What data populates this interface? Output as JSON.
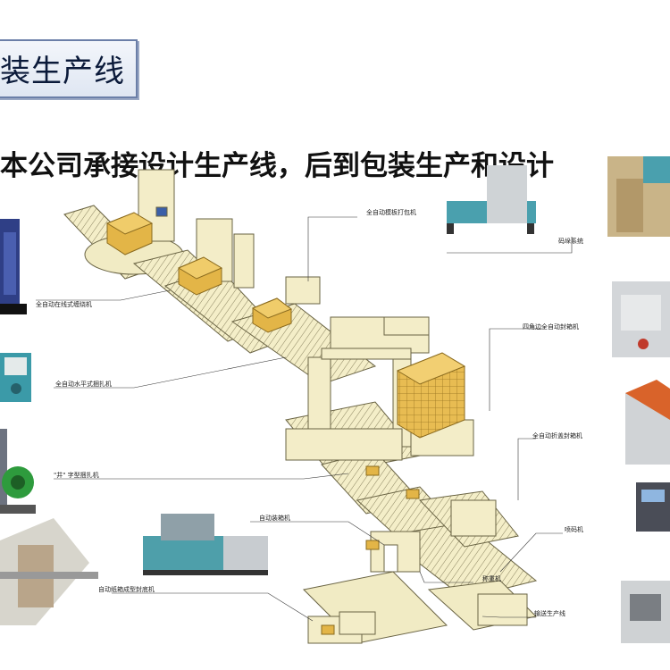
{
  "header": {
    "title": "装生产线"
  },
  "headline": "本公司承接设计生产线，后到包装生产和设计",
  "labels": {
    "full_auto_strapping": "全自动模板打包机",
    "palletizing": "码垛系统",
    "inline_wrapping": "全自动在线式缠绕机",
    "four_corner_sealing": "四角边全自动封箱机",
    "horizontal_strapping": "全自动水平式捆扎机",
    "folding_sealing": "全自动折盖封箱机",
    "cross_strapping": "\"井\" 字型捆扎机",
    "carton_packing": "自动装箱机",
    "inkjet": "喷码机",
    "carton_forming": "自动纸箱成型封底机",
    "weighing": "称重机",
    "conveyor_line": "输送生产线"
  },
  "colors": {
    "conveyor": "#f4eec8",
    "outline": "#6a6444",
    "box": "#e2b545",
    "machine_gray": "#c9ccd0",
    "machine_teal": "#3f9aa6",
    "title_border": "#6b7fa8"
  }
}
